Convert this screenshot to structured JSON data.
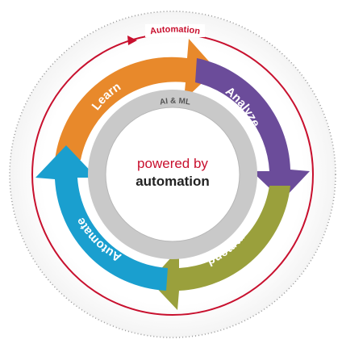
{
  "outer_label": "Automation",
  "inner_label": "AI & ML",
  "center": {
    "line1": "powered by",
    "line2": "automation"
  },
  "segments": [
    {
      "id": "learn",
      "label": "Learn"
    },
    {
      "id": "analyze",
      "label": "Analyze"
    },
    {
      "id": "recommend",
      "label": "Recommend"
    },
    {
      "id": "automate",
      "label": "Automate"
    }
  ],
  "colors": {
    "accent_red": "#c8102e",
    "learn": "#e8892b",
    "analyze": "#6b4c9a",
    "recommend": "#9aa03c",
    "automate": "#1a9fcf",
    "inner_ring": "#c9c9c9",
    "center_text": "#222222"
  }
}
